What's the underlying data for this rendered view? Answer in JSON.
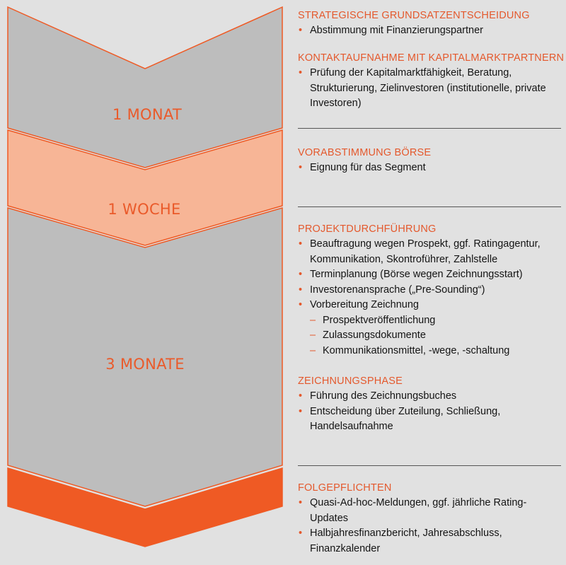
{
  "colors": {
    "background": "#e1e1e1",
    "grey_chevron": "#bdbdbd",
    "light_orange_chevron": "#f7b596",
    "orange_chevron": "#ef5a24",
    "accent": "#e4592d"
  },
  "phases": [
    {
      "label": "1 MONAT"
    },
    {
      "label": "1 WOCHE"
    },
    {
      "label": "3 MONATE"
    },
    {
      "label": ""
    }
  ],
  "sections": [
    {
      "heading": "STRATEGISCHE GRUNDSATZENTSCHEIDUNG",
      "items": [
        {
          "text": "Abstimmung mit Finanzierungspartner"
        }
      ]
    },
    {
      "heading": "KONTAKTAUFNAHME MIT KAPITALMARKTPARTNERN",
      "items": [
        {
          "text": "Prüfung der Kapitalmarktfähigkeit, Beratung, Strukturierung, Zielinvestoren (institutionelle, private Investoren)"
        }
      ]
    },
    {
      "heading": "VORABSTIMMUNG BÖRSE",
      "items": [
        {
          "text": "Eignung für das Segment"
        }
      ]
    },
    {
      "heading": "PROJEKTDURCHFÜHRUNG",
      "items": [
        {
          "text": "Beauftragung wegen Prospekt, ggf. Ratingagentur, Kommunikation, Skontroführer, Zahlstelle"
        },
        {
          "text": "Terminplanung (Börse wegen Zeichnungsstart)"
        },
        {
          "text": "Investorenansprache („Pre-Sounding“)"
        },
        {
          "text": "Vorbereitung Zeichnung",
          "sub": [
            "Prospektveröffentlichung",
            "Zulassungsdokumente",
            "Kommunikationsmittel, -wege, -schaltung"
          ]
        }
      ]
    },
    {
      "heading": "ZEICHNUNGSPHASE",
      "items": [
        {
          "text": "Führung des Zeichnungsbuches"
        },
        {
          "text": "Entscheidung über Zuteilung, Schließung, Handelsaufnahme"
        }
      ]
    },
    {
      "heading": "FOLGEPFLICHTEN",
      "items": [
        {
          "text": "Quasi-Ad-hoc-Meldungen, ggf. jährliche Rating-Updates"
        },
        {
          "text": "Halbjahresfinanzbericht, Jahresabschluss, Finanzkalender"
        }
      ]
    }
  ]
}
